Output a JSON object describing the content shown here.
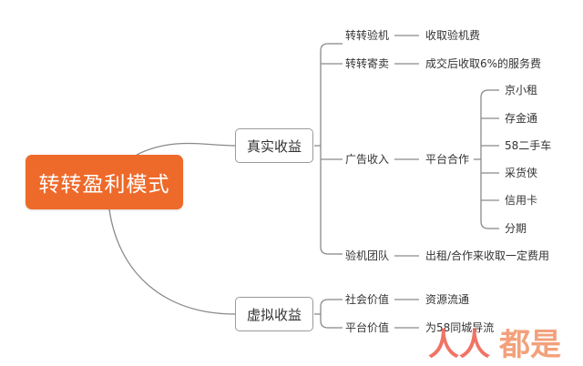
{
  "root": {
    "label": "转转盈利模式"
  },
  "real": {
    "label": "真实收益",
    "items": [
      {
        "label": "转转验机",
        "detail": "收取验机费"
      },
      {
        "label": "转转寄卖",
        "detail": "成交后收取6%的服务费"
      },
      {
        "label": "广告收入",
        "detail": "平台合作",
        "partners": [
          "京小租",
          "存金通",
          "58二手车",
          "采货侠",
          "信用卡",
          "分期"
        ]
      },
      {
        "label": "验机团队",
        "detail": "出租/合作来收取一定费用"
      }
    ]
  },
  "virtual": {
    "label": "虚拟收益",
    "items": [
      {
        "label": "社会价值",
        "detail": "资源流通"
      },
      {
        "label": "平台价值",
        "detail": "为58同城导流"
      }
    ]
  },
  "watermark": {
    "text": "人人都是产品经理",
    "color": "#ee5a4a"
  }
}
